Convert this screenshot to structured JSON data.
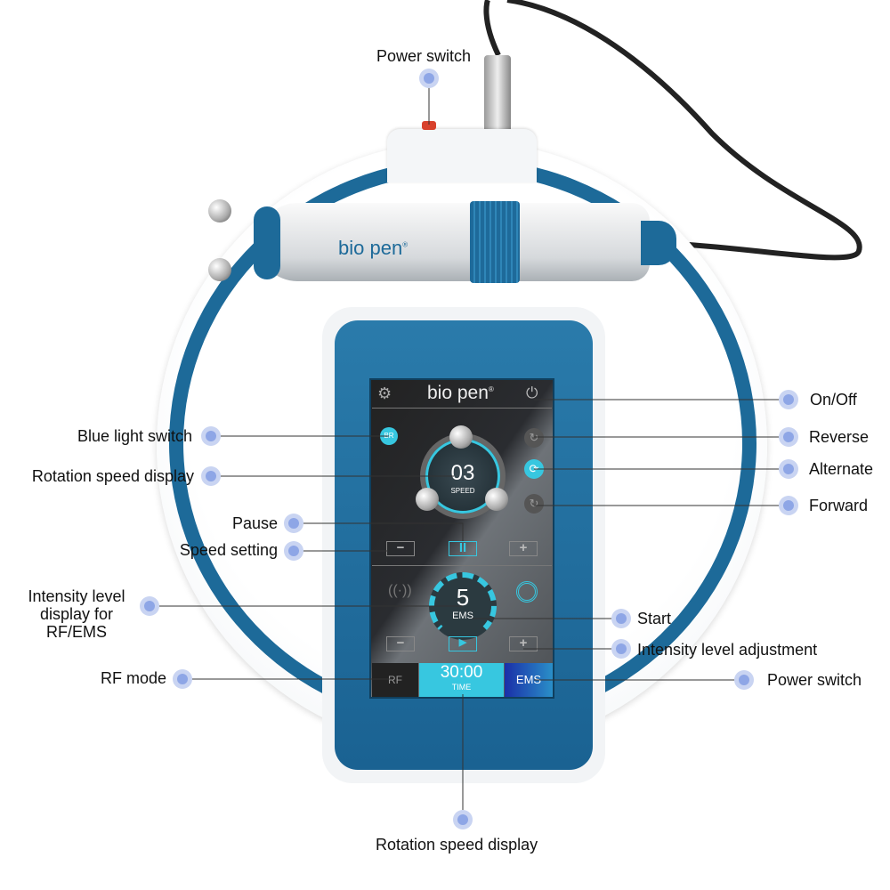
{
  "device": {
    "brand": "bio pen",
    "registered": "®"
  },
  "screen": {
    "speed_value": "03",
    "speed_label": "SPEED",
    "blue_light": "BR",
    "intensity_value": "5",
    "intensity_mode": "EMS",
    "minus": "−",
    "plus": "+",
    "pause": "II",
    "play": "▶",
    "rf_label": "RF",
    "time_value": "30:00",
    "time_label": "TIME",
    "ems_label": "EMS"
  },
  "labels": {
    "power_switch_top": "Power switch",
    "on_off": "On/Off",
    "reverse": "Reverse",
    "alternate": "Alternate",
    "forward": "Forward",
    "blue_light_switch": "Blue light switch",
    "rotation_speed_display": "Rotation speed display",
    "pause": "Pause",
    "speed_setting": "Speed setting",
    "intensity_display": "Intensity level display for RF/EMS",
    "start": "Start",
    "intensity_adjustment": "Intensity level adjustment",
    "rf_mode": "RF mode",
    "power_switch_right": "Power switch",
    "rotation_speed_display_bottom": "Rotation speed display"
  },
  "colors": {
    "device_blue": "#1d6a99",
    "screen_cyan": "#37c7e0",
    "ems_blue": "#1a2fa8",
    "dot": "#8ea6e6"
  }
}
